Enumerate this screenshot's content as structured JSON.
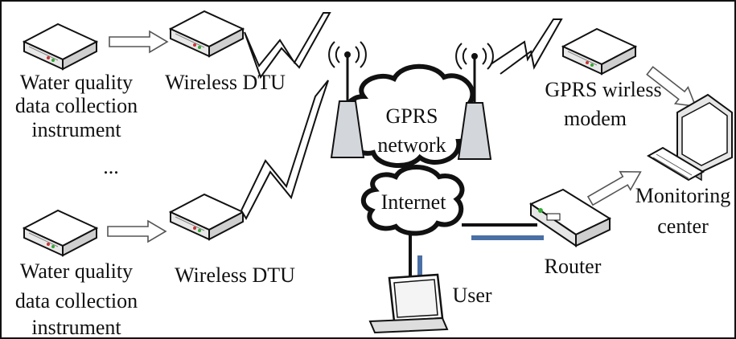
{
  "labels": {
    "sensor_top_line1": "Water quality",
    "sensor_top_line2": "data collection",
    "sensor_top_line3": "instrument",
    "sensor_bottom_line1": "Water quality",
    "sensor_bottom_line2": "data collection",
    "sensor_bottom_line3": "instrument",
    "ellipsis": "...",
    "dtu_top": "Wireless DTU",
    "dtu_bottom": "Wireless DTU",
    "gprs_line1": "GPRS",
    "gprs_line2": "network",
    "internet": "Internet",
    "modem_line1": "GPRS wirless",
    "modem_line2": "modem",
    "monitoring_line1": "Monitoring",
    "monitoring_line2": "center",
    "router": "Router",
    "user": "User"
  },
  "colors": {
    "line": "#111111",
    "device_fill": "#f2f2f2",
    "device_top": "#ffffff",
    "blue_link": "#4a6fa5",
    "tower_fill": "#cfd3d8"
  },
  "icons": [
    "data-device-icon",
    "dtu-device-icon",
    "antenna-tower-icon",
    "cloud-icon",
    "router-icon",
    "laptop-icon",
    "monitor-icon",
    "keyboard-icon",
    "lightning-link-icon",
    "arrow-icon"
  ]
}
